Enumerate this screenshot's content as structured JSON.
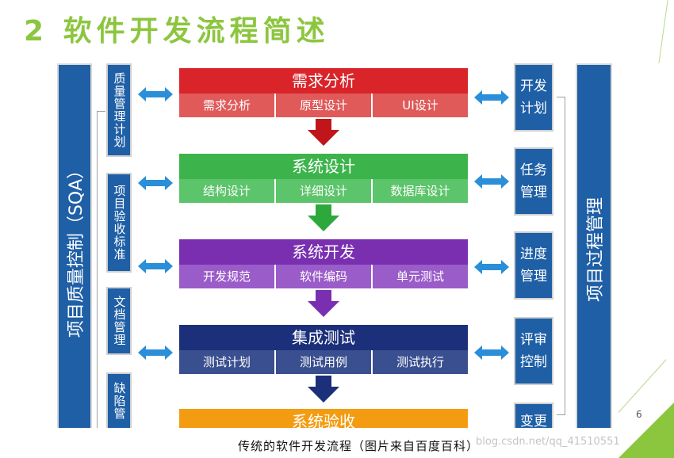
{
  "slide": {
    "title": "2 软件开发流程简述",
    "page_number": "6",
    "caption": "传统的软件开发流程（图片来自百度百科）",
    "watermark": "blog.csdn.net/qq_41510551"
  },
  "left_bar": {
    "label": "项目质量控制（SQA）"
  },
  "right_bar": {
    "label": "项目过程管理"
  },
  "left_items": [
    {
      "label": "质量管理计划"
    },
    {
      "label": "项目验收标准"
    },
    {
      "label": "文档管理"
    },
    {
      "label": "缺陷管"
    }
  ],
  "right_items": [
    {
      "label": "开发计划"
    },
    {
      "label": "任务管理"
    },
    {
      "label": "进度管理"
    },
    {
      "label": "评审控制"
    },
    {
      "label": "变更"
    }
  ],
  "stages": [
    {
      "title": "需求分析",
      "subs": [
        "需求分析",
        "原型设计",
        "UI设计"
      ],
      "color": "#d9242a",
      "sub_color": "#e05a5a"
    },
    {
      "title": "系统设计",
      "subs": [
        "结构设计",
        "详细设计",
        "数据库设计"
      ],
      "color": "#3cb44b",
      "sub_color": "#5cc46a"
    },
    {
      "title": "系统开发",
      "subs": [
        "开发规范",
        "软件编码",
        "单元测试"
      ],
      "color": "#7a2fb0",
      "sub_color": "#9a5cc8"
    },
    {
      "title": "集成测试",
      "subs": [
        "测试计划",
        "测试用例",
        "测试执行"
      ],
      "color": "#1b2f7a",
      "sub_color": "#3a4f8f"
    },
    {
      "title": "系统验收",
      "subs": [],
      "color": "#f39c12",
      "sub_color": "#f5b041"
    }
  ],
  "colors": {
    "title_green": "#8cc63f",
    "bar_blue": "#1f5fa6",
    "arrow_blue": "#2a8fd8"
  }
}
